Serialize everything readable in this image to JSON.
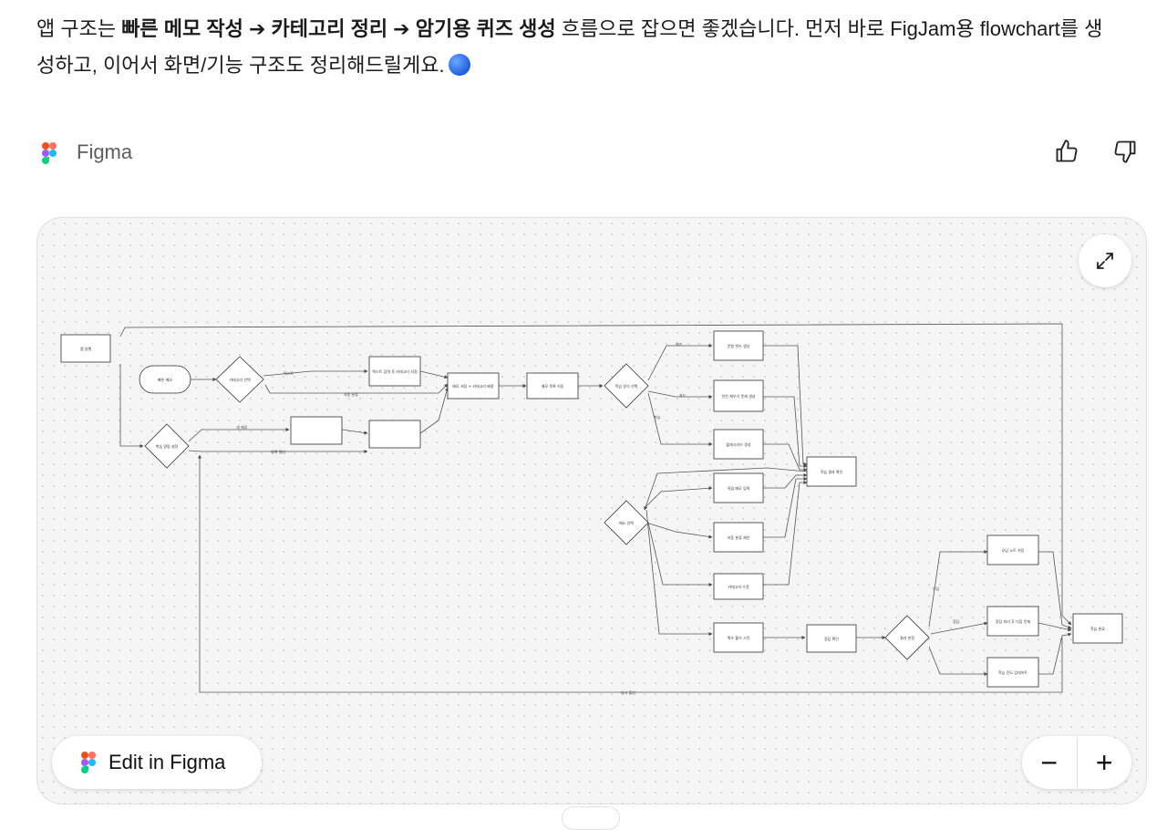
{
  "message": {
    "p1": "앱 구조는 ",
    "b1": "빠른 메모 작성 ➔ 카테고리 정리 ➔ 암기용 퀴즈 생성",
    "p2": " 흐름으로 잡으면 좋겠습니다. 먼저 바로 FigJam용 flowchart를 생성하고, 이어서 화면/기능 구조도 정리해드릴게요.",
    "emoji": "blue-circle"
  },
  "tool": {
    "name": "Figma",
    "like_icon": "thumbs-up-icon",
    "dislike_icon": "thumbs-down-icon"
  },
  "card": {
    "expand_icon": "expand-icon",
    "edit_label": "Edit in Figma",
    "zoom_out": "−",
    "zoom_in": "+"
  },
  "flowchart": {
    "nodes": [
      {
        "id": "app",
        "label": "앱 실행"
      },
      {
        "id": "quick",
        "label": "빠른 메모"
      },
      {
        "id": "d1",
        "label": "카테고리 선택"
      },
      {
        "id": "n1",
        "label": "텍스트 입력 후 카테고리 지정"
      },
      {
        "id": "n2",
        "label": "메모 저장 + 카테고리 배정"
      },
      {
        "id": "n3",
        "label": "메모 목록 이동"
      },
      {
        "id": "d2",
        "label": "학습 방식 선택"
      },
      {
        "id": "n4",
        "label": "문항 퀴즈 생성"
      },
      {
        "id": "n5",
        "label": "빈칸 채우기 문제 생성"
      },
      {
        "id": "n6",
        "label": "플래시카드 생성"
      },
      {
        "id": "d3",
        "label": "메뉴 선택"
      },
      {
        "id": "n7",
        "label": "직접 메모 입력"
      },
      {
        "id": "n8",
        "label": "자동 분류 제안"
      },
      {
        "id": "n9",
        "label": "학습 결과 확인"
      },
      {
        "id": "n10",
        "label": "카테고리 수정"
      },
      {
        "id": "n11",
        "label": "복습 알림 설정"
      },
      {
        "id": "n12",
        "label": "퀴즈 풀이 시작"
      },
      {
        "id": "n13",
        "label": "정답 확인"
      },
      {
        "id": "d4",
        "label": "결과 판정"
      },
      {
        "id": "n14",
        "label": "오답 노트 저장"
      },
      {
        "id": "n15",
        "label": "정답 처리 후 다음 문제"
      },
      {
        "id": "n16",
        "label": "학습 진도 업데이트"
      },
      {
        "id": "n17",
        "label": "학습 완료"
      }
    ],
    "edge_labels": [
      "텍스트",
      "자동 분류",
      "새 메모",
      "목록 열기",
      "퀴즈",
      "카드",
      "복습",
      "오답",
      "정답",
      "다시 풀기"
    ]
  }
}
